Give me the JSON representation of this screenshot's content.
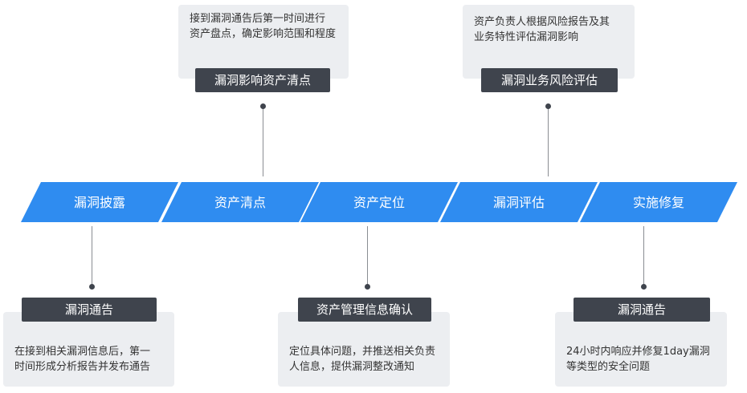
{
  "stages": [
    "漏洞披露",
    "资产清点",
    "资产定位",
    "漏洞评估",
    "实施修复"
  ],
  "cards": {
    "top_1": {
      "title": "漏洞影响资产清点",
      "desc": "接到漏洞通告后第一时间进行\n资产盘点，确定影响范围和程度"
    },
    "top_2": {
      "title": "漏洞业务风险评估",
      "desc": "资产负责人根据风险报告及其\n业务特性评估漏洞影响"
    },
    "bottom_1": {
      "title": "漏洞通告",
      "desc": "在接到相关漏洞信息后，第一\n时间形成分析报告并发布通告"
    },
    "bottom_2": {
      "title": "资产管理信息确认",
      "desc": "定位具体问题，并推送相关负责\n人信息，提供漏洞整改通知"
    },
    "bottom_3": {
      "title": "漏洞通告",
      "desc": "24小时内响应并修复1day漏洞\n等类型的安全问题"
    }
  },
  "colors": {
    "stage": "#2f8cf0",
    "title_bg": "#3f444d",
    "card_bg": "#eceef1"
  }
}
